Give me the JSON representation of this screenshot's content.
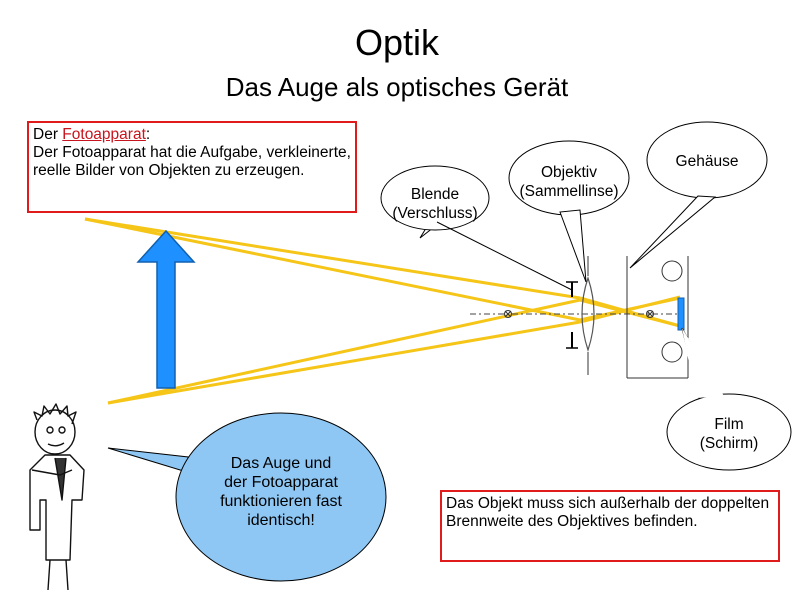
{
  "title": "Optik",
  "subtitle": "Das Auge als optisches Gerät",
  "info_box": {
    "prefix": "Der ",
    "keyword": "Fotoapparat",
    "suffix": ":",
    "text": "Der Fotoapparat hat die Aufgabe, verkleinerte, reelle Bilder von Objekten zu erzeugen."
  },
  "callouts": {
    "blende_line1": "Blende",
    "blende_line2": "(Verschluss)",
    "objektiv_line1": "Objektiv",
    "objektiv_line2": "(Sammellinse)",
    "gehaeuse": "Gehäuse",
    "film_line1": "Film",
    "film_line2": "(Schirm)"
  },
  "speech": {
    "line1": "Das Auge und",
    "line2": "der Fotoapparat",
    "line3": "funktionieren fast",
    "line4": "identisch!"
  },
  "bottom_box": {
    "text": "Das Objekt muss sich außerhalb der doppelten Brennweite des Objektives befinden."
  },
  "colors": {
    "ray": "#f5c518",
    "arrow": "#1e90ff",
    "speech_fill": "#8ec7f4",
    "box_border": "#e01b1b"
  }
}
